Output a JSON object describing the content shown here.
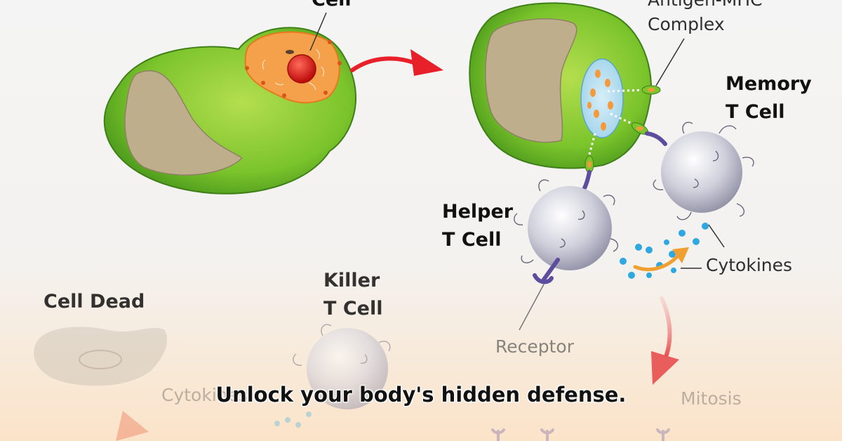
{
  "labels": {
    "infected_cell": "Cell",
    "antigen_mhc": "Antigen-MHC",
    "complex": "Complex",
    "memory_1": "Memory",
    "memory_2": "T Cell",
    "helper_1": "Helper",
    "helper_2": "T Cell",
    "cytokines": "Cytokines",
    "cell_dead": "Cell Dead",
    "killer_1": "Killer",
    "killer_2": "T Cell",
    "receptor": "Receptor",
    "cytokines_faded": "Cytokines",
    "mitosis": "Mitosis"
  },
  "caption": "Unlock your body's hidden defense.",
  "colors": {
    "cell_green": "#7bc42c",
    "nucleus": "#bfae8c",
    "infection_orange": "#f5a04a",
    "virus_red": "#d81e1e",
    "arrow_red": "#e8202a",
    "t_cell_gray": "#c8c8d6",
    "receptor_purple": "#5c4d9e",
    "cytokine_blue": "#2ea8e0",
    "cytokine_arrow": "#f0a030",
    "bottom_tint": "#fbe3c8"
  }
}
